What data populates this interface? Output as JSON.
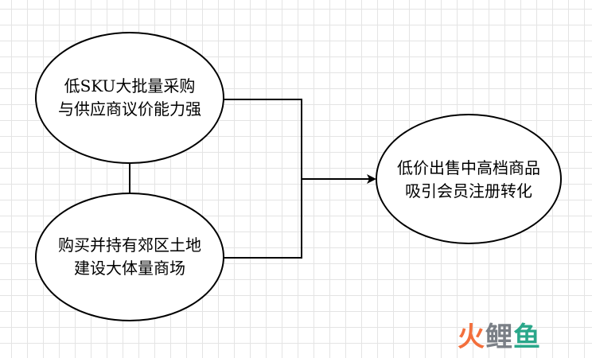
{
  "diagram": {
    "nodes": [
      {
        "id": "n1",
        "lines": [
          "低SKU大批量采购",
          "与供应商议价能力强"
        ]
      },
      {
        "id": "n2",
        "lines": [
          "购买并持有郊区土地",
          "建设大体量商场"
        ]
      },
      {
        "id": "n3",
        "lines": [
          "低价出售中高档商品",
          "吸引会员注册转化"
        ]
      }
    ],
    "edges": [
      {
        "from": "n1",
        "to": "n3"
      },
      {
        "from": "n2",
        "to": "n3"
      },
      {
        "from": "n1",
        "to": "n2"
      }
    ]
  },
  "watermark": {
    "part1": "火",
    "part2": "鲤",
    "part3": "鱼"
  }
}
